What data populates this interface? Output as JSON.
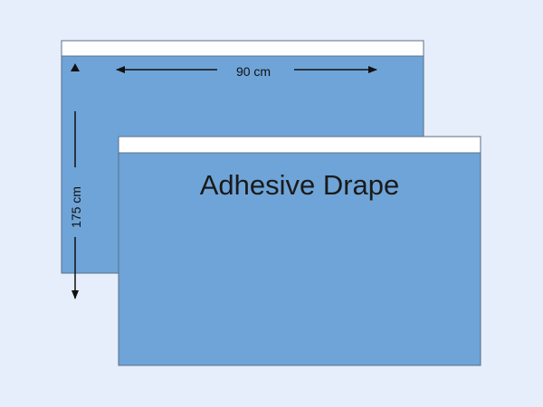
{
  "diagram": {
    "title": "Adhesive Drape",
    "width_label": "90 cm",
    "height_label": "175 cm"
  },
  "colors": {
    "background": "#e6eefb",
    "drape_fill": "#6fa4d8",
    "drape_outline": "#5a6f86",
    "adhesive_strip": "#ffffff",
    "arrow": "#111111"
  }
}
